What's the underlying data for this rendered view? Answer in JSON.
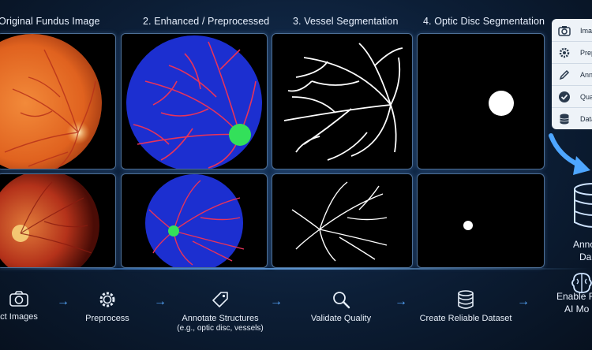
{
  "columns": [
    {
      "title": "Original Fundus Image"
    },
    {
      "title": "2. Enhanced / Preprocessed"
    },
    {
      "title": "3. Vessel Segmentation"
    },
    {
      "title": "4. Optic Disc Segmentation"
    }
  ],
  "sidebar": {
    "items": [
      {
        "label": "Imag",
        "icon": "camera-icon"
      },
      {
        "label": "Prep",
        "icon": "gear-icon"
      },
      {
        "label": "Anno",
        "icon": "pencil-icon"
      },
      {
        "label": "Qual",
        "icon": "check-circle-icon"
      },
      {
        "label": "Data",
        "icon": "database-icon"
      }
    ]
  },
  "right_labels": {
    "annotated_line1": "Anno",
    "annotated_line2": "Da",
    "enable_line1": "Enable R",
    "enable_line2": "AI Mo"
  },
  "workflow": {
    "steps": [
      {
        "label": "ct Images",
        "icon": "camera-icon"
      },
      {
        "label": "Preprocess",
        "icon": "gear-icon"
      },
      {
        "label": "Annotate Structures",
        "sublabel": "(e.g., optic disc, vessels)",
        "icon": "tag-icon"
      },
      {
        "label": "Validate Quality",
        "icon": "magnifier-icon"
      },
      {
        "label": "Create Reliable Dataset",
        "icon": "database-icon"
      }
    ],
    "arrow_glyph": "→"
  },
  "colors": {
    "accent": "#57a8ff",
    "background": "#0c1e36",
    "fundus": "#e0621f",
    "enhanced_bg": "#1c2fd0",
    "vessel_red": "#e8335a",
    "disc_green": "#33e05a"
  }
}
